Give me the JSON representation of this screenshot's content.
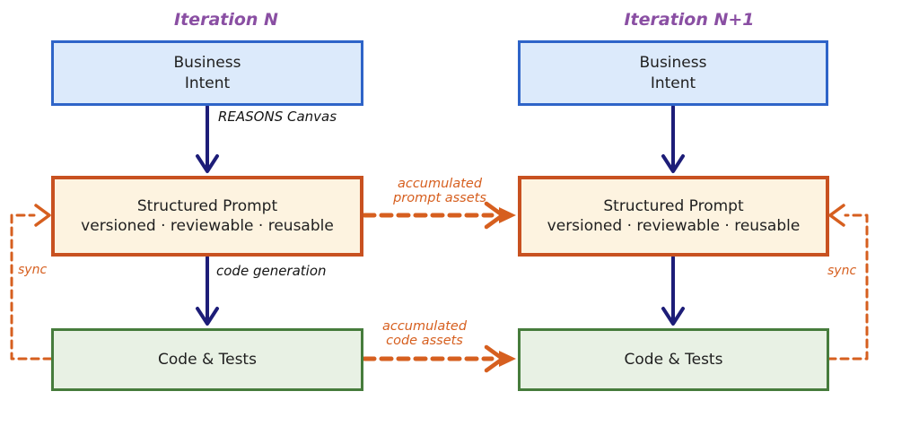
{
  "diagram": {
    "columns": [
      {
        "title": "Iteration N",
        "business_box": "Business\nIntent",
        "prompt_box_title": "Structured Prompt",
        "prompt_box_subtitle": "versioned · reviewable · reusable",
        "code_box": "Code & Tests",
        "label_business_to_prompt": "REASONS Canvas",
        "label_prompt_to_code": "code generation",
        "sync_label": "sync"
      },
      {
        "title": "Iteration N+1",
        "business_box": "Business\nIntent",
        "prompt_box_title": "Structured Prompt",
        "prompt_box_subtitle": "versioned · reviewable · reusable",
        "code_box": "Code & Tests",
        "sync_label": "sync"
      }
    ],
    "cross_links": {
      "prompt_assets_label": "accumulated\nprompt assets",
      "code_assets_label": "accumulated\ncode assets"
    },
    "colors": {
      "blue_border": "#2e64c8",
      "blue_fill": "#dceafb",
      "orange": "#d65f1f",
      "orange_border": "#c85120",
      "cream_fill": "#fdf3e0",
      "green_border": "#467c3c",
      "green_fill": "#e8f1e4",
      "navy_arrow": "#1d1d78",
      "purple_title": "#8a4fa3"
    }
  }
}
